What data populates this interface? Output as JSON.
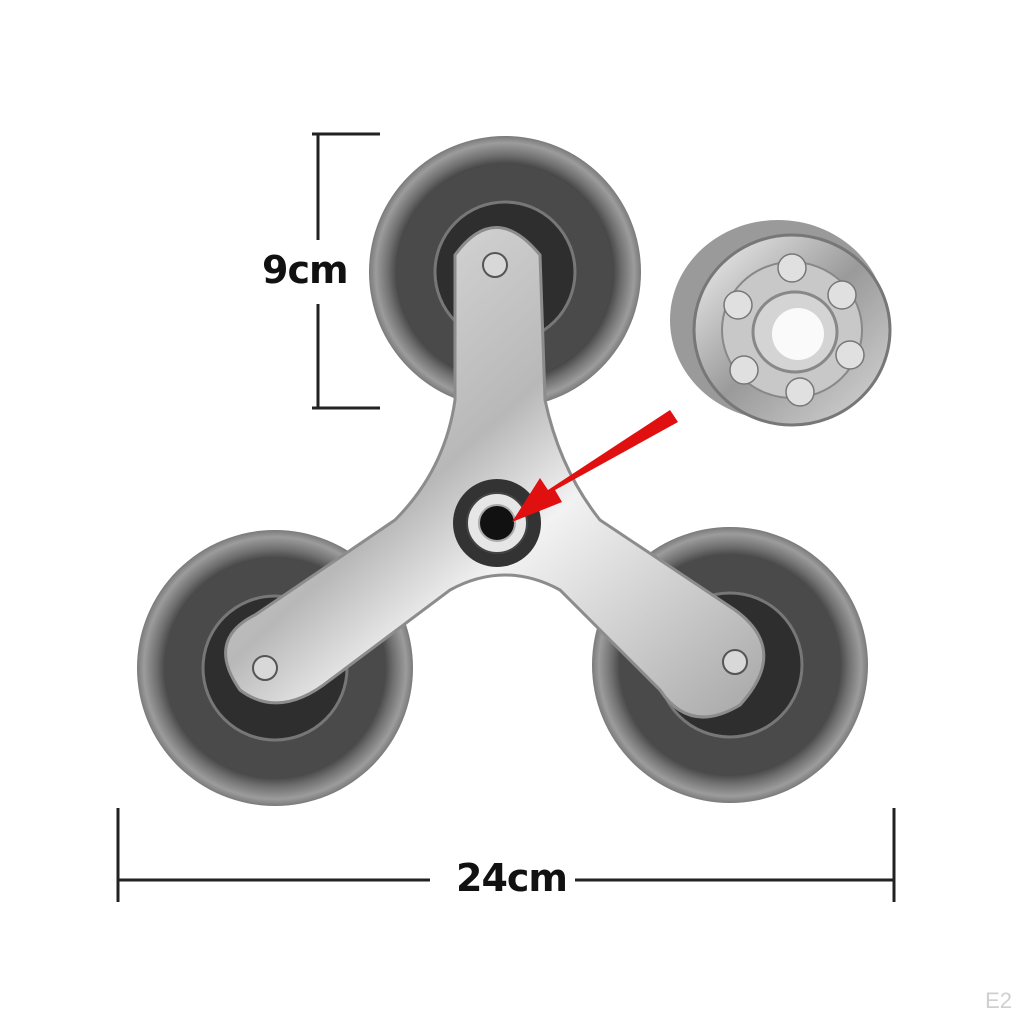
{
  "image": {
    "subject": "stair-climbing tri-star wheel assembly with three wheels and center bearing",
    "background_color": "#ffffff"
  },
  "annotations": {
    "height": {
      "label": "9cm"
    },
    "width": {
      "label": "24cm"
    },
    "arrow": {
      "color": "#e01010",
      "points_to": "center bearing"
    }
  },
  "inset": {
    "subject": "ball bearing close-up"
  },
  "colors": {
    "wheel_tire": "#8a8a8a",
    "wheel_hub": "#4a4a4a",
    "frame_metal": "#c9c9c9",
    "dimension_line": "#222222",
    "arrow": "#e01010"
  },
  "watermark": {
    "text": "E2"
  }
}
